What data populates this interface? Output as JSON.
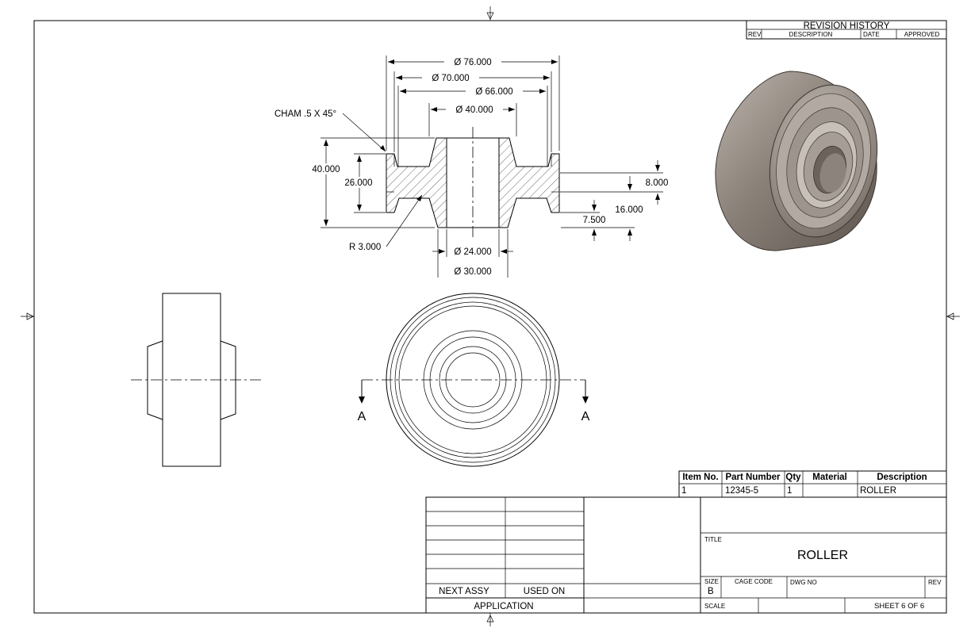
{
  "revision_history": {
    "title": "REVISION HISTORY",
    "columns": [
      "REV",
      "DESCRIPTION",
      "DATE",
      "APPROVED"
    ]
  },
  "dimensions": {
    "d76": "Ø 76.000",
    "d70": "Ø 70.000",
    "d66": "Ø 66.000",
    "d40": "Ø 40.000",
    "chamfer": "CHAM .5 X 45°",
    "h40": "40.000",
    "h26": "26.000",
    "h8": "8.000",
    "h16": "16.000",
    "h7_5": "7.500",
    "radius": "R 3.000",
    "d24": "Ø 24.000",
    "d30": "Ø 30.000"
  },
  "section_labels": {
    "left": "A",
    "right": "A"
  },
  "bom": {
    "headers": [
      "Item No.",
      "Part Number",
      "Qty",
      "Material",
      "Description"
    ],
    "rows": [
      [
        "1",
        "12345-5",
        "1",
        "",
        "ROLLER"
      ]
    ]
  },
  "title_block": {
    "next_assy": "NEXT ASSY",
    "used_on": "USED ON",
    "application": "APPLICATION",
    "title_label": "TITLE",
    "title": "ROLLER",
    "size_label": "SIZE",
    "size": "B",
    "cage_code_label": "CAGE CODE",
    "dwg_no_label": "DWG NO",
    "rev_label": "REV",
    "scale_label": "SCALE",
    "sheet": "SHEET 6 OF 6"
  },
  "colors": {
    "render_dark": "#6e655d",
    "render_mid": "#a89f96",
    "render_light": "#d8d2cc"
  }
}
